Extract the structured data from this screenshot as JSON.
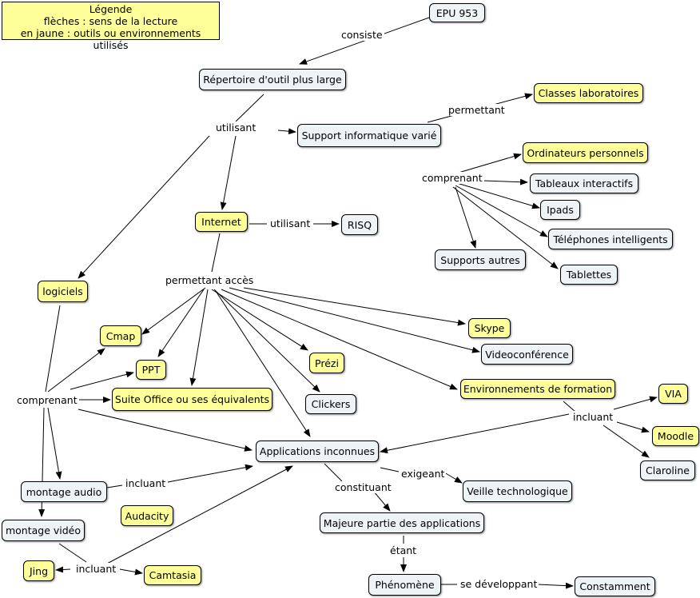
{
  "legend": {
    "title": "Légende",
    "line1": "flèches : sens de la lecture",
    "line2": "en jaune : outils ou environnements utilisés"
  },
  "colors": {
    "concept": "#eef3f6",
    "tool": "#ffff99",
    "line": "#000000"
  },
  "nodes": {
    "epu": "EPU 953",
    "repertoire": "Répertoire d'outil plus large",
    "support": "Support informatique varié",
    "classes": "Classes laboratoires",
    "ordinateurs": "Ordinateurs personnels",
    "tableaux": "Tableaux interactifs",
    "ipads": "Ipads",
    "telephones": "Téléphones intelligents",
    "tablettes": "Tablettes",
    "supports_autres": "Supports autres",
    "internet": "Internet",
    "risq": "RISQ",
    "logiciels": "logiciels",
    "cmap": "Cmap",
    "ppt": "PPT",
    "suite_office": "Suite Office ou ses équivalents",
    "prezi": "Prézi",
    "clickers": "Clickers",
    "skype": "Skype",
    "videoconference": "Videoconférence",
    "environnements": "Environnements de formation",
    "via": "VIA",
    "moodle": "Moodle",
    "claroline": "Claroline",
    "applications": "Applications inconnues",
    "veille": "Veille technologique",
    "majeure": "Majeure partie des applications",
    "phenomene": "Phénomène",
    "constamment": "Constamment",
    "montage_audio": "montage audio",
    "montage_video": "montage vidéo",
    "audacity": "Audacity",
    "jing": "Jing",
    "camtasia": "Camtasia"
  },
  "links": {
    "consiste": "consiste",
    "utilisant1": "utilisant",
    "permettant": "permettant",
    "comprenant1": "comprenant",
    "utilisant2": "utilisant",
    "permettant_acces": "permettant accès",
    "comprenant2": "comprenant",
    "incluant1": "incluant",
    "incluant2": "incluant",
    "incluant3": "incluant",
    "exigeant": "exigeant",
    "constituant": "constituant",
    "etant": "étant",
    "se_developpant": "se développant"
  }
}
